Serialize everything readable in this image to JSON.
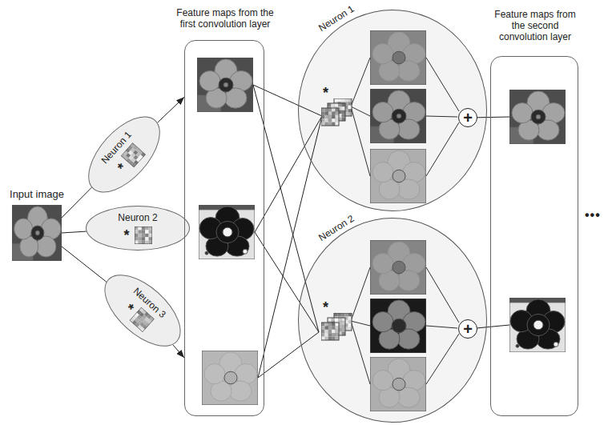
{
  "diagram": {
    "nodes": [
      {
        "text": [
          "Input image"
        ]
      },
      {
        "text": [
          "Neuron 1",
          "*"
        ]
      },
      {
        "text": [
          "Neuron 2",
          "*"
        ]
      },
      {
        "text": [
          "Neuron 3",
          "*"
        ]
      },
      {
        "text": [
          "Feature maps from the first convolution layer"
        ]
      },
      {
        "text": [
          "Neuron 1",
          "*"
        ]
      },
      {
        "text": [
          "+"
        ],
        "in": 5
      },
      {
        "text": [
          "Neuron 2",
          "*"
        ]
      },
      {
        "text": [
          "+"
        ],
        "in": 7
      },
      {
        "text": [
          "Feature maps from the second convolution layer"
        ]
      }
    ],
    "edges": [
      {
        "from": 0,
        "to": 1,
        "arrow": "none"
      },
      {
        "from": 0,
        "to": 2,
        "arrow": "none"
      },
      {
        "from": 0,
        "to": 3,
        "arrow": "none"
      },
      {
        "from": 1,
        "to": 4,
        "arrow": "to"
      },
      {
        "from": 2,
        "to": 4,
        "arrow": "to"
      },
      {
        "from": 3,
        "to": 4,
        "arrow": "to"
      },
      {
        "from": 4,
        "to": 5,
        "arrow": "none"
      },
      {
        "from": 4,
        "to": 5,
        "arrow": "none"
      },
      {
        "from": 4,
        "to": 5,
        "arrow": "none"
      },
      {
        "from": 4,
        "to": 7,
        "arrow": "none"
      },
      {
        "from": 4,
        "to": 7,
        "arrow": "none"
      },
      {
        "from": 4,
        "to": 7,
        "arrow": "none"
      },
      {
        "from": 6,
        "to": 9,
        "arrow": "none"
      },
      {
        "from": 8,
        "to": 9,
        "arrow": "none"
      }
    ],
    "labels": [
      "•••"
    ]
  }
}
